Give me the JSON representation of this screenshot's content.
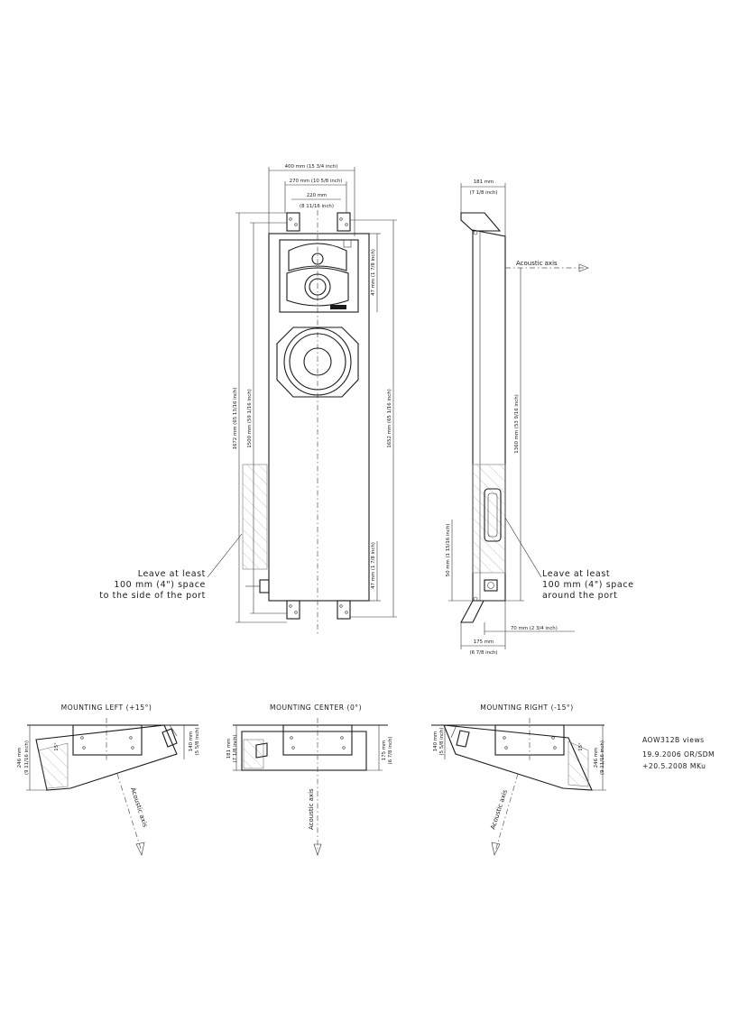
{
  "front_view": {
    "width_outer": "400 mm (15 3/4 inch)",
    "width_bracket": "270 mm (10 5/8 inch)",
    "width_inner": "220 mm",
    "width_inner_inch": "(8 11/16 inch)",
    "height_total": "1672 mm (65 13/16 inch)",
    "height_bracket": "1500 mm (59 1/16 inch)",
    "height_cabinet": "1652 mm (65 1/16 inch)",
    "top_offset": "47 mm (1 7/8 inch)",
    "bottom_offset": "47 mm (1 7/8 inch)",
    "note": [
      "Leave at least",
      "100 mm (4\") space",
      "to the side of the port"
    ]
  },
  "side_view": {
    "depth_top": "181 mm",
    "depth_top_inch": "(7 1/8 inch)",
    "acoustic_axis": "Acoustic axis",
    "height_axis": "1360 mm (53 9/16 inch)",
    "port_offset": "50 mm (1 15/16 inch)",
    "depth_bottom": "70 mm (2 3/4 inch)",
    "depth_base": "175 mm",
    "depth_base_inch": "(6 7/8 inch)",
    "note": [
      "Leave at least",
      "100 mm (4\") space",
      "around the port"
    ]
  },
  "mounting": {
    "left": {
      "title": "MOUNTING LEFT (+15°)",
      "dim_outer": "246 mm",
      "dim_outer_inch": "(9 11/16 inch)",
      "dim_inner": "140 mm",
      "dim_inner_inch": "(5 5/8 inch)",
      "angle": "15°",
      "axis": "Acoustic axis"
    },
    "center": {
      "title": "MOUNTING CENTER (0°)",
      "dim_left": "181 mm",
      "dim_left_inch": "(7 1/8 inch)",
      "dim_right": "175 mm",
      "dim_right_inch": "(6 7/8 inch)",
      "axis": "Acoustic axis"
    },
    "right": {
      "title": "MOUNTING RIGHT (-15°)",
      "dim_inner": "140 mm",
      "dim_inner_inch": "(5 5/8 inch)",
      "dim_outer": "246 mm",
      "dim_outer_inch": "(9 11/16 inch)",
      "angle": "15°",
      "axis": "Acoustic axis"
    }
  },
  "title_block": {
    "model": "AOW312B views",
    "rev1": "19.9.2006 OR/SDM",
    "rev2": "+20.5.2008 MKu"
  }
}
